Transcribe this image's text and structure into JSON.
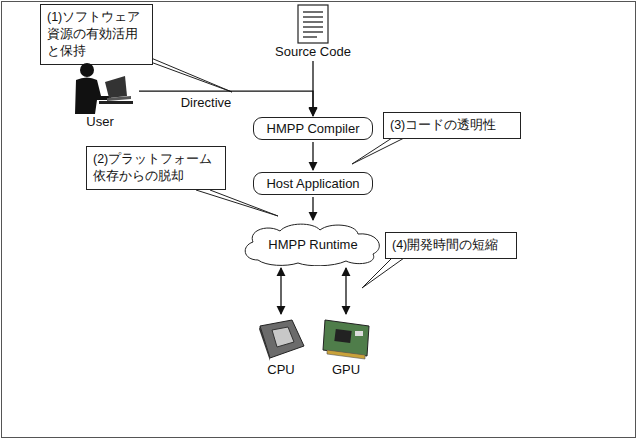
{
  "diagram": {
    "nodes": [
      {
        "text": [
          "(1)ソフトウェア資源の有効活用と保持"
        ]
      },
      {
        "text": [
          "Source Code"
        ]
      },
      {
        "text": [
          "User"
        ]
      },
      {
        "text": [
          "HMPP Compiler"
        ]
      },
      {
        "text": [
          "(3)コードの透明性"
        ]
      },
      {
        "text": [
          "Host Application"
        ]
      },
      {
        "text": [
          "(2)プラットフォーム依存からの脱却"
        ]
      },
      {
        "text": [
          "HMPP Runtime"
        ]
      },
      {
        "text": [
          "(4)開発時間の短縮"
        ]
      },
      {
        "text": [
          "CPU"
        ]
      },
      {
        "text": [
          "GPU"
        ]
      }
    ],
    "edges": [
      {
        "from": 1,
        "to": 3,
        "arrow": "to"
      },
      {
        "from": 2,
        "to": 3,
        "label": "Directive",
        "arrow": "to"
      },
      {
        "from": 3,
        "to": 5,
        "arrow": "to"
      },
      {
        "from": 5,
        "to": 7,
        "arrow": "to"
      },
      {
        "from": 7,
        "to": 9,
        "arrow": "both"
      },
      {
        "from": 7,
        "to": 10,
        "arrow": "both"
      }
    ]
  }
}
